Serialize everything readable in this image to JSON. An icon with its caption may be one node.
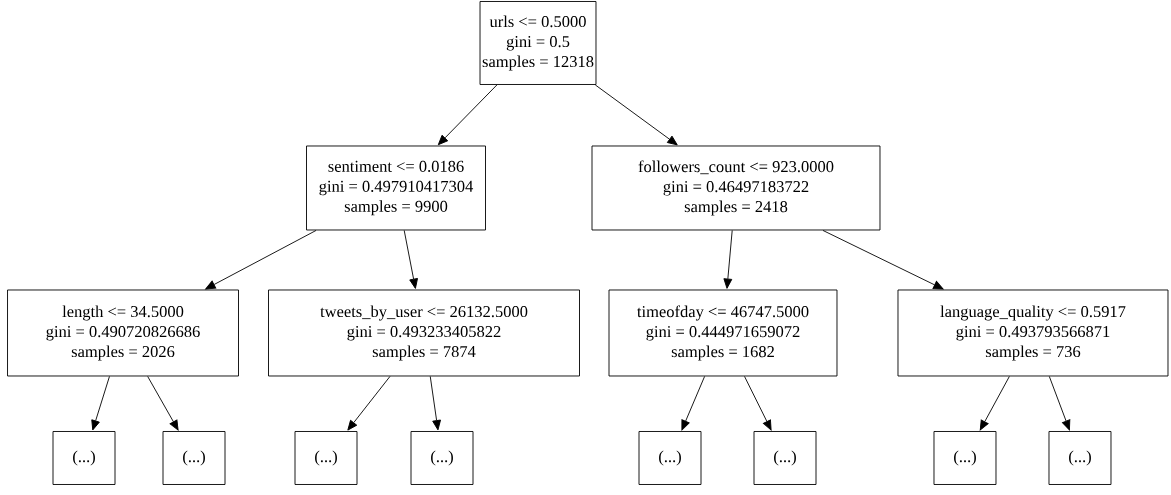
{
  "diagram": {
    "nodes": [
      {
        "text": [
          "urls <= 0.5000",
          "gini = 0.5",
          "samples = 12318"
        ]
      },
      {
        "text": [
          "sentiment <= 0.0186",
          "gini = 0.497910417304",
          "samples = 9900"
        ]
      },
      {
        "text": [
          "followers_count <= 923.0000",
          "gini = 0.46497183722",
          "samples = 2418"
        ]
      },
      {
        "text": [
          "length <= 34.5000",
          "gini = 0.490720826686",
          "samples = 2026"
        ]
      },
      {
        "text": [
          "tweets_by_user <= 26132.5000",
          "gini = 0.493233405822",
          "samples = 7874"
        ]
      },
      {
        "text": [
          "timeofday <= 46747.5000",
          "gini = 0.444971659072",
          "samples = 1682"
        ]
      },
      {
        "text": [
          "language_quality <= 0.5917",
          "gini = 0.493793566871",
          "samples = 736"
        ]
      },
      {
        "text": [
          "(...)"
        ]
      },
      {
        "text": [
          "(...)"
        ]
      },
      {
        "text": [
          "(...)"
        ]
      },
      {
        "text": [
          "(...)"
        ]
      },
      {
        "text": [
          "(...)"
        ]
      },
      {
        "text": [
          "(...)"
        ]
      },
      {
        "text": [
          "(...)"
        ]
      },
      {
        "text": [
          "(...)"
        ]
      }
    ],
    "edges": [
      {
        "from": 0,
        "to": 1,
        "arrow": "to"
      },
      {
        "from": 0,
        "to": 2,
        "arrow": "to"
      },
      {
        "from": 1,
        "to": 3,
        "arrow": "to"
      },
      {
        "from": 1,
        "to": 4,
        "arrow": "to"
      },
      {
        "from": 2,
        "to": 5,
        "arrow": "to"
      },
      {
        "from": 2,
        "to": 6,
        "arrow": "to"
      },
      {
        "from": 3,
        "to": 7,
        "arrow": "to"
      },
      {
        "from": 3,
        "to": 8,
        "arrow": "to"
      },
      {
        "from": 4,
        "to": 9,
        "arrow": "to"
      },
      {
        "from": 4,
        "to": 10,
        "arrow": "to"
      },
      {
        "from": 5,
        "to": 11,
        "arrow": "to"
      },
      {
        "from": 5,
        "to": 12,
        "arrow": "to"
      },
      {
        "from": 6,
        "to": 13,
        "arrow": "to"
      },
      {
        "from": 6,
        "to": 14,
        "arrow": "to"
      }
    ]
  }
}
